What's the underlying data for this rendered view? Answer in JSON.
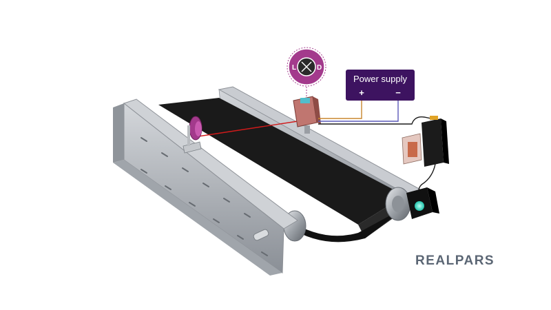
{
  "power_supply": {
    "title": "Power supply",
    "plus": "+",
    "minus": "−"
  },
  "sensor_knob": {
    "left_label": "L",
    "right_label": "D"
  },
  "logo": {
    "text": "REALPARS"
  },
  "colors": {
    "brand_purple": "#3d1360",
    "knob_magenta": "#a33a8c",
    "wire_orange": "#c8862e",
    "wire_blue": "#5a58b8",
    "beam_red": "#d11a1a",
    "indicator_teal": "#3fe6cf",
    "belt_black": "#1a1a1a",
    "frame_gray": "#b5b9bf"
  },
  "icons": [
    "adjustment-knob-icon",
    "teal-led-icon"
  ]
}
